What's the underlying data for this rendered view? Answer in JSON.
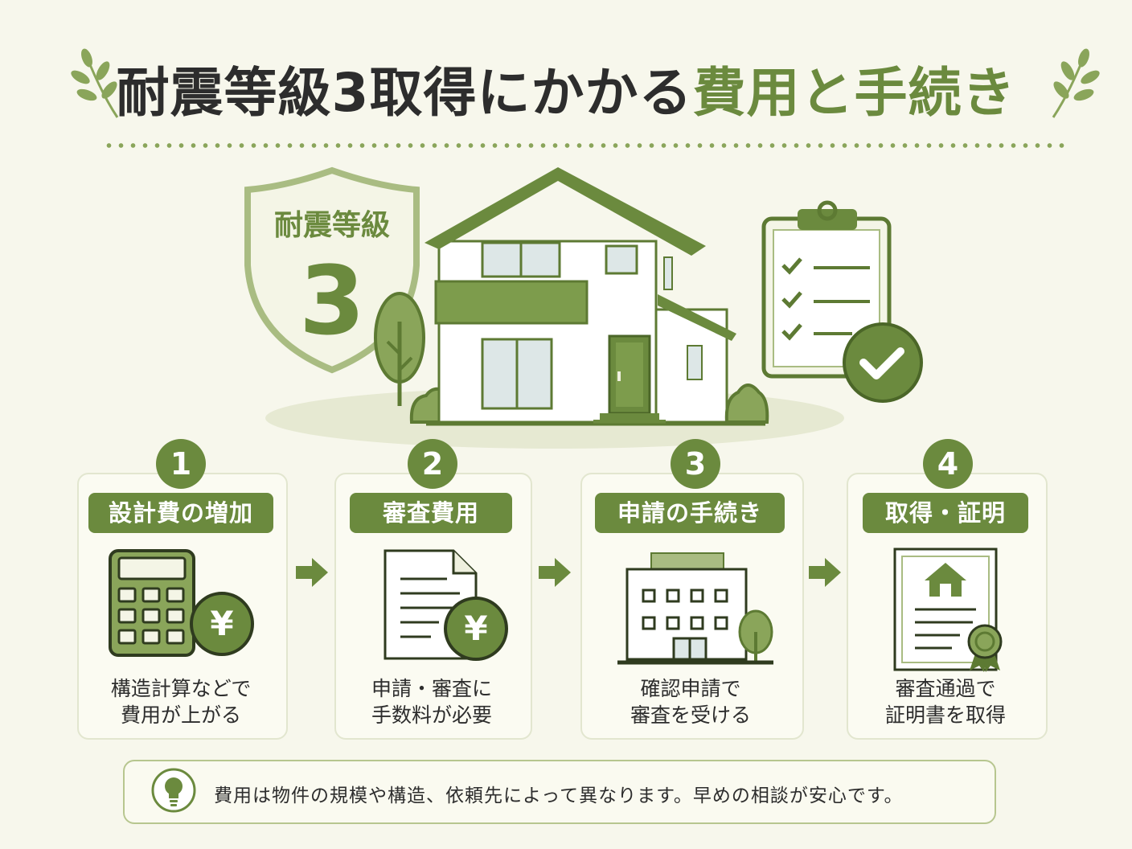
{
  "title": {
    "main": "耐震等級3取得にかかる",
    "accent": "費用と手続き"
  },
  "badge": {
    "label": "耐震等級",
    "number": "3"
  },
  "steps": [
    {
      "number": "1",
      "label": "設計費の増加",
      "desc_line1": "構造計算などで",
      "desc_line2": "費用が上がる"
    },
    {
      "number": "2",
      "label": "審査費用",
      "desc_line1": "申請・審査に",
      "desc_line2": "手数料が必要"
    },
    {
      "number": "3",
      "label": "申請の手続き",
      "desc_line1": "確認申請で",
      "desc_line2": "審査を受ける"
    },
    {
      "number": "4",
      "label": "取得・証明",
      "desc_line1": "審査通過で",
      "desc_line2": "証明書を取得"
    }
  ],
  "currency_symbol": "¥",
  "note": {
    "text": "費用は物件の規模や構造、依頼先によって異なります。早めの相談が安心です。"
  },
  "colors": {
    "accent": "#6b8a3e",
    "light_accent": "#a9bc82",
    "background": "#f7f7ec",
    "text": "#2d2d2d"
  }
}
